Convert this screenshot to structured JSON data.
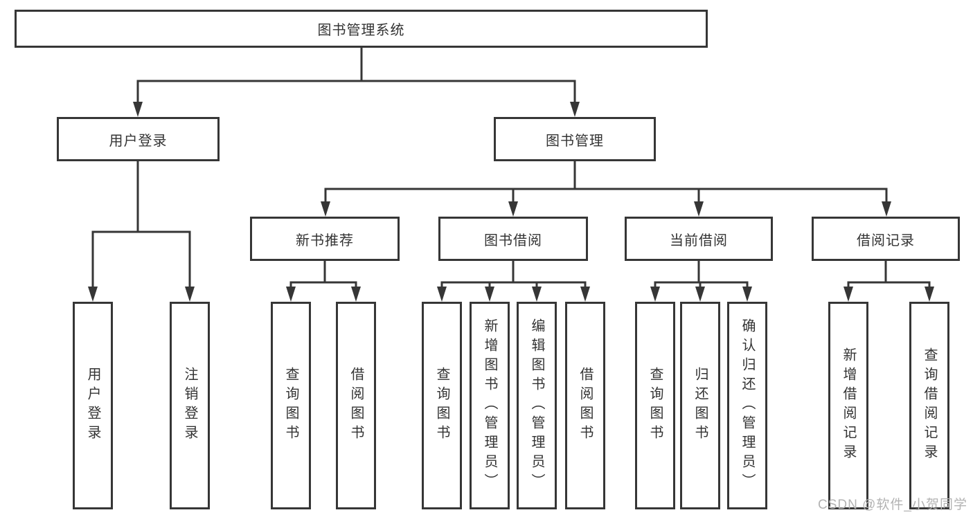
{
  "diagram": {
    "watermark": "CSDN @软件_小贺同学",
    "colors": {
      "line": "#363636",
      "text": "#333333",
      "watermark": "#b3b3b3",
      "background": "#ffffff"
    },
    "tree": {
      "root": {
        "label": "图书管理系统"
      },
      "branches": [
        {
          "label": "用户登录",
          "children": [
            {
              "label": "用户登录"
            },
            {
              "label": "注销登录"
            }
          ]
        },
        {
          "label": "图书管理",
          "children": [
            {
              "label": "新书推荐",
              "children": [
                {
                  "label": "查询图书"
                },
                {
                  "label": "借阅图书"
                }
              ]
            },
            {
              "label": "图书借阅",
              "children": [
                {
                  "label": "查询图书"
                },
                {
                  "label": "新增图书（管理员）"
                },
                {
                  "label": "编辑图书（管理员）"
                },
                {
                  "label": "借阅图书"
                }
              ]
            },
            {
              "label": "当前借阅",
              "children": [
                {
                  "label": "查询图书"
                },
                {
                  "label": "归还图书"
                },
                {
                  "label": "确认归还（管理员）"
                }
              ]
            },
            {
              "label": "借阅记录",
              "children": [
                {
                  "label": "新增借阅记录"
                },
                {
                  "label": "查询借阅记录"
                }
              ]
            }
          ]
        }
      ]
    }
  }
}
